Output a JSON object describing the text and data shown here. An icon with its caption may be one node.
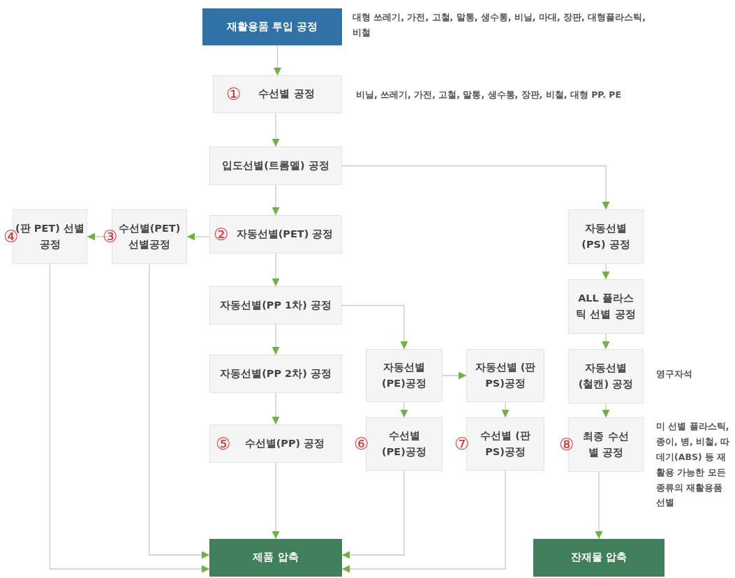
{
  "diagram": {
    "nodes": [
      {
        "text": [
          "재활용품 투입 공정"
        ],
        "beside": [
          "대형 쓰레기, 가전, 고철, 말통, 생수통, 비닐, 마대, 장판, 대형플라스틱, 비철"
        ]
      },
      {
        "text": [
          "①",
          "수선별 공정"
        ],
        "beside": [
          "비닐, 쓰레기, 가전, 고철, 말통, 생수통, 장판, 비철, 대형 PP. PE"
        ]
      },
      {
        "text": [
          "입도선별(트롬멜) 공정"
        ]
      },
      {
        "text": [
          "②",
          "자동선별(PET) 공정"
        ]
      },
      {
        "text": [
          "③",
          "수선별(PET) 선별공정"
        ]
      },
      {
        "text": [
          "④",
          "(판 PET) 선별공정"
        ]
      },
      {
        "text": [
          "자동선별(PP 1차) 공정"
        ]
      },
      {
        "text": [
          "자동선별(PP 2차) 공정"
        ]
      },
      {
        "text": [
          "⑤",
          "수선별(PP) 공정"
        ]
      },
      {
        "text": [
          "자동선별 (PE)공정"
        ]
      },
      {
        "text": [
          "자동선별 (판 PS)공정"
        ]
      },
      {
        "text": [
          "⑥",
          "수선별 (PE)공정"
        ]
      },
      {
        "text": [
          "⑦",
          "수선별 (판 PS)공정"
        ]
      },
      {
        "text": [
          "자동선별 (PS) 공정"
        ]
      },
      {
        "text": [
          "ALL 플라스틱 선별 공정"
        ]
      },
      {
        "text": [
          "자동선별 (철캔) 공정"
        ],
        "beside": [
          "영구자석"
        ]
      },
      {
        "text": [
          "⑧",
          "최종 수선별 공정"
        ],
        "beside": [
          "미 선별 플라스틱, 종이, 병, 비철, 따데기(ABS) 등 재활용 가능한 모든 종류의 재활용품 선별"
        ]
      },
      {
        "text": [
          "제품 압축"
        ]
      },
      {
        "text": [
          "잔재물 압축"
        ]
      }
    ],
    "edges": [
      {
        "from": 0,
        "to": 1,
        "arrow": "to"
      },
      {
        "from": 1,
        "to": 2,
        "arrow": "to"
      },
      {
        "from": 2,
        "to": 3,
        "arrow": "to"
      },
      {
        "from": 2,
        "to": 13,
        "arrow": "to"
      },
      {
        "from": 3,
        "to": 4,
        "arrow": "to"
      },
      {
        "from": 4,
        "to": 5,
        "arrow": "to"
      },
      {
        "from": 3,
        "to": 6,
        "arrow": "to"
      },
      {
        "from": 6,
        "to": 7,
        "arrow": "to"
      },
      {
        "from": 7,
        "to": 8,
        "arrow": "to"
      },
      {
        "from": 6,
        "to": 9,
        "arrow": "to"
      },
      {
        "from": 9,
        "to": 10,
        "arrow": "to"
      },
      {
        "from": 9,
        "to": 11,
        "arrow": "to"
      },
      {
        "from": 10,
        "to": 12,
        "arrow": "to"
      },
      {
        "from": 13,
        "to": 14,
        "arrow": "to"
      },
      {
        "from": 14,
        "to": 15,
        "arrow": "to"
      },
      {
        "from": 15,
        "to": 16,
        "arrow": "to"
      },
      {
        "from": 16,
        "to": 18,
        "arrow": "to"
      },
      {
        "from": 8,
        "to": 17,
        "arrow": "to"
      },
      {
        "from": 4,
        "to": 17,
        "arrow": "to"
      },
      {
        "from": 5,
        "to": 17,
        "arrow": "to"
      },
      {
        "from": 11,
        "to": 17,
        "arrow": "to"
      },
      {
        "from": 12,
        "to": 17,
        "arrow": "to"
      }
    ]
  }
}
